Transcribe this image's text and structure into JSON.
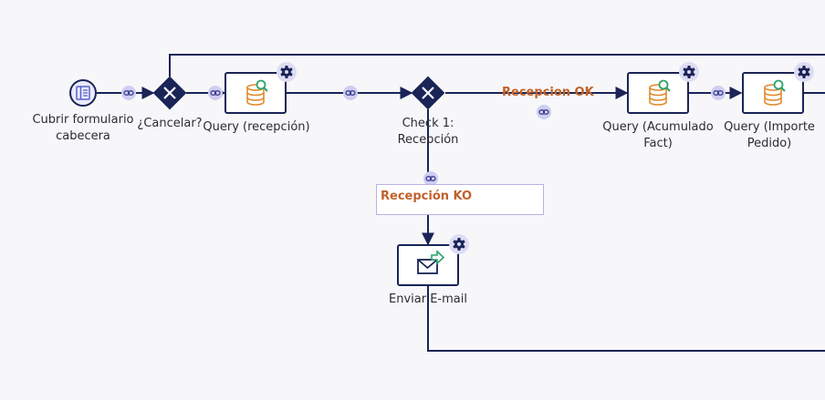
{
  "nodes": {
    "start_event": {
      "label": "Cubrir formulario\ncabecera",
      "icon": "form-icon"
    },
    "gateway_cancel": {
      "label": "¿Cancelar?"
    },
    "task_query_recepcion": {
      "label": "Query (recepción)",
      "icon": "database-search-icon"
    },
    "gateway_check1": {
      "label": "Check 1:\nRecepción"
    },
    "task_query_acumulado": {
      "label": "Query (Acumulado\nFact)",
      "icon": "database-search-icon"
    },
    "task_query_importe": {
      "label": "Query  (Importe\nPedido)",
      "icon": "database-search-icon"
    },
    "task_send_email": {
      "label": "Enviar E-mail",
      "icon": "send-mail-icon"
    }
  },
  "flows": {
    "recepcion_ok": "Recepcion OK",
    "recepcion_ko": "Recepción KO"
  },
  "colors": {
    "line": "#1a2456",
    "gateway": "#1a2456",
    "link_badge": "#cfcdf2",
    "settings_badge": "#dedcf5",
    "flow_label": "#c0622b",
    "db_icon": "#e08a2c",
    "search_icon": "#2ea36a"
  }
}
